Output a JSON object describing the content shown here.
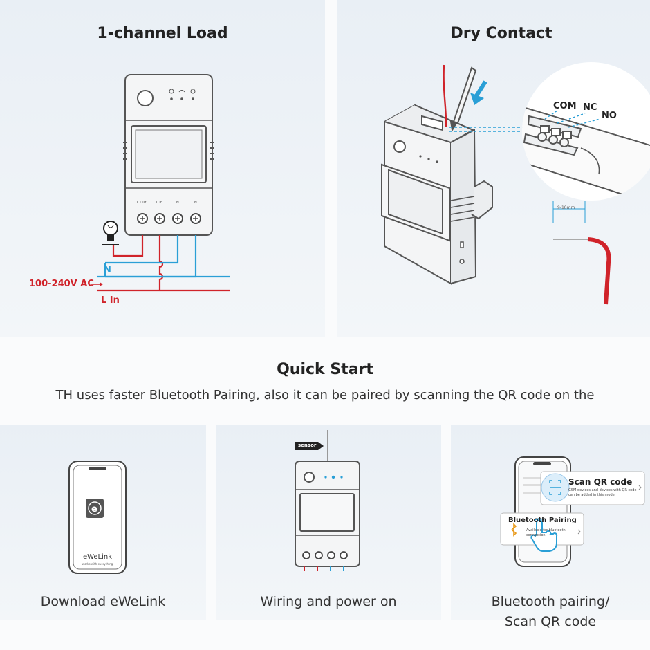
{
  "sections": {
    "load_title": "1-channel Load",
    "dry_title": "Dry Contact",
    "quick_start_title": "Quick Start",
    "quick_start_subtitle": "TH uses faster Bluetooth Pairing, also it can be paired by scanning the QR code on the"
  },
  "wiring": {
    "voltage_label": "100-240V AC",
    "n_label": "N",
    "lin_label": "L In",
    "terminals": [
      "L Out",
      "L In",
      "N",
      "N"
    ]
  },
  "dry_contact": {
    "com": "COM",
    "nc": "NC",
    "no": "NO",
    "strip_length": "9-10mm"
  },
  "steps": [
    {
      "caption": "Download eWeLink"
    },
    {
      "caption": "Wiring and power on"
    },
    {
      "caption_line1": "Bluetooth pairing/",
      "caption_line2": "Scan QR code"
    }
  ],
  "phone": {
    "app_name": "eWeLink",
    "tagline": "works with everything"
  },
  "device_tag": "sensor",
  "pairing_cards": {
    "qr_title": "Scan QR code",
    "qr_desc": "GSM devices and devices with QR code can be added in this mode.",
    "bt_title": "Bluetooth Pairing",
    "bt_desc": "Available for bluetooth connection"
  },
  "colors": {
    "live": "#d0232a",
    "neutral": "#2a9fd6",
    "device": "#f4f5f6"
  }
}
